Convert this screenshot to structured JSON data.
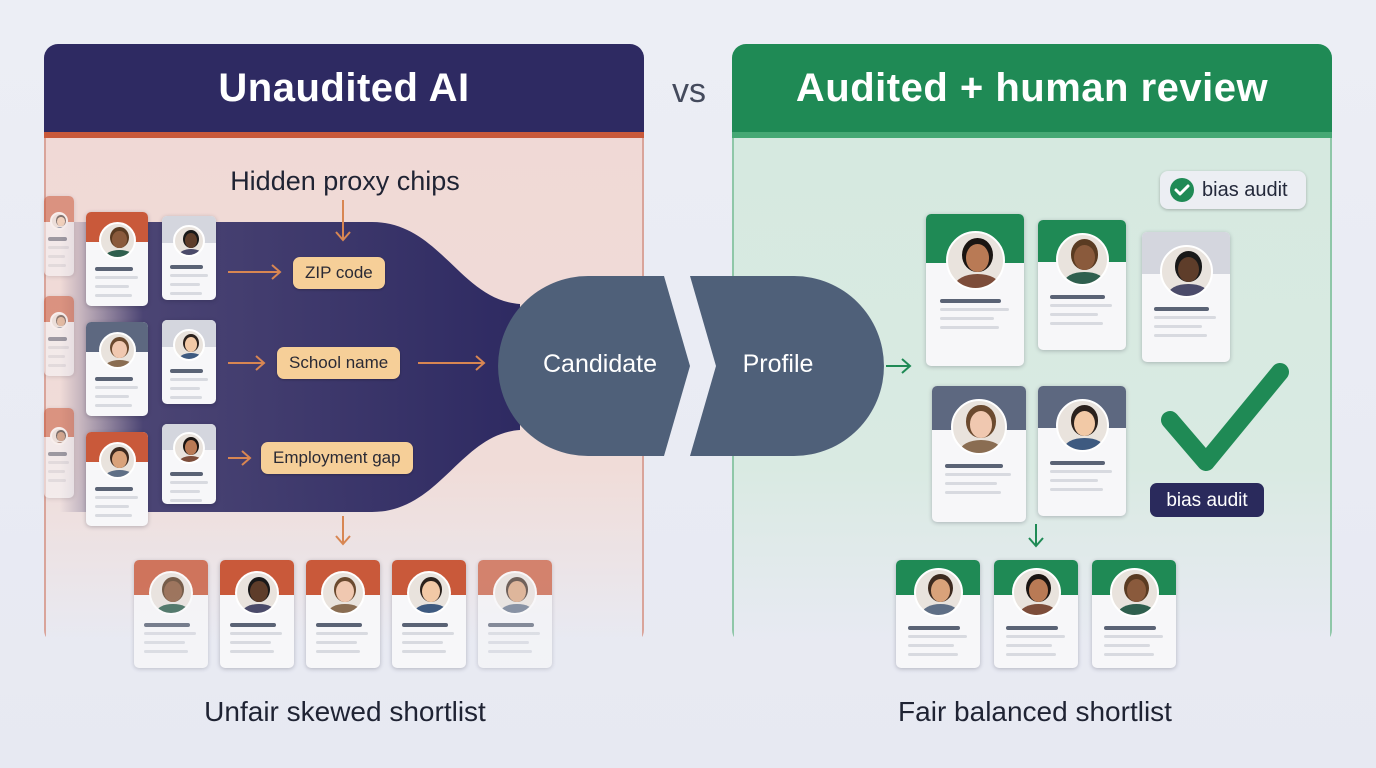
{
  "vs_label": "vs",
  "left": {
    "title": "Unaudited AI",
    "proxy_title": "Hidden proxy chips",
    "chips": [
      "ZIP code",
      "School name",
      "Employment gap"
    ],
    "shortlist_label": "Unfair skewed shortlist"
  },
  "center": {
    "candidate_label": "Candidate",
    "profile_label": "Profile"
  },
  "right": {
    "title": "Audited + human review",
    "badge_top": "bias audit",
    "badge_bottom": "bias audit",
    "shortlist_label": "Fair balanced shortlist"
  },
  "colors": {
    "navy": "#2e2a62",
    "rust": "#c9593a",
    "green": "#1f8a55",
    "chip": "#f6cf98",
    "slate": "#4f6079"
  }
}
